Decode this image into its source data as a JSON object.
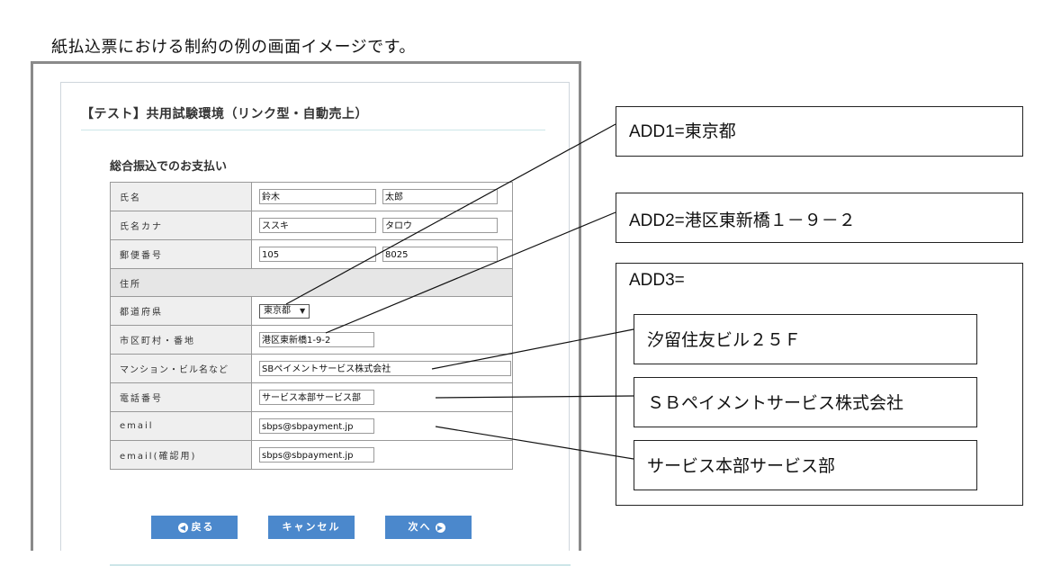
{
  "caption": "紙払込票における制約の例の画面イメージです。",
  "screen": {
    "title": "【テスト】共用試験環境（リンク型・自動売上）",
    "section": "総合振込でのお支払い",
    "rows": {
      "name": {
        "label": "氏名",
        "last": "鈴木",
        "first": "太郎"
      },
      "kana": {
        "label": "氏名カナ",
        "last": "ススキ",
        "first": "タロウ"
      },
      "zip": {
        "label": "郵便番号",
        "first": "105",
        "second": "8025"
      },
      "address_group": {
        "label": "住所"
      },
      "pref": {
        "label": "都道府県",
        "value": "東京都",
        "arrow": "▼"
      },
      "city": {
        "label": "市区町村・番地",
        "value": "港区東新橋1-9-2"
      },
      "building": {
        "label": "マンション・ビル名など",
        "value": "SBペイメントサービス株式会社"
      },
      "phone": {
        "label": "電話番号",
        "value": "サービス本部サービス部"
      },
      "email": {
        "label": "email",
        "value": "sbps@sbpayment.jp"
      },
      "email_confirm": {
        "label": "email(確認用)",
        "value": "sbps@sbpayment.jp"
      }
    },
    "buttons": {
      "back": "戻る",
      "back_icon": "◀",
      "cancel": "キャンセル",
      "next": "次へ",
      "next_icon": "▶"
    }
  },
  "annotations": {
    "add1": "ADD1=東京都",
    "add2": "ADD2=港区東新橋１－９－２",
    "add3": "ADD3=",
    "add3_items": [
      "汐留住友ビル２５Ｆ",
      "ＳＢペイメントサービス株式会社",
      "サービス本部サービス部"
    ]
  },
  "colors": {
    "button": "#4b88cc",
    "rule": "#cde6e8",
    "label_bg": "#efefef"
  }
}
